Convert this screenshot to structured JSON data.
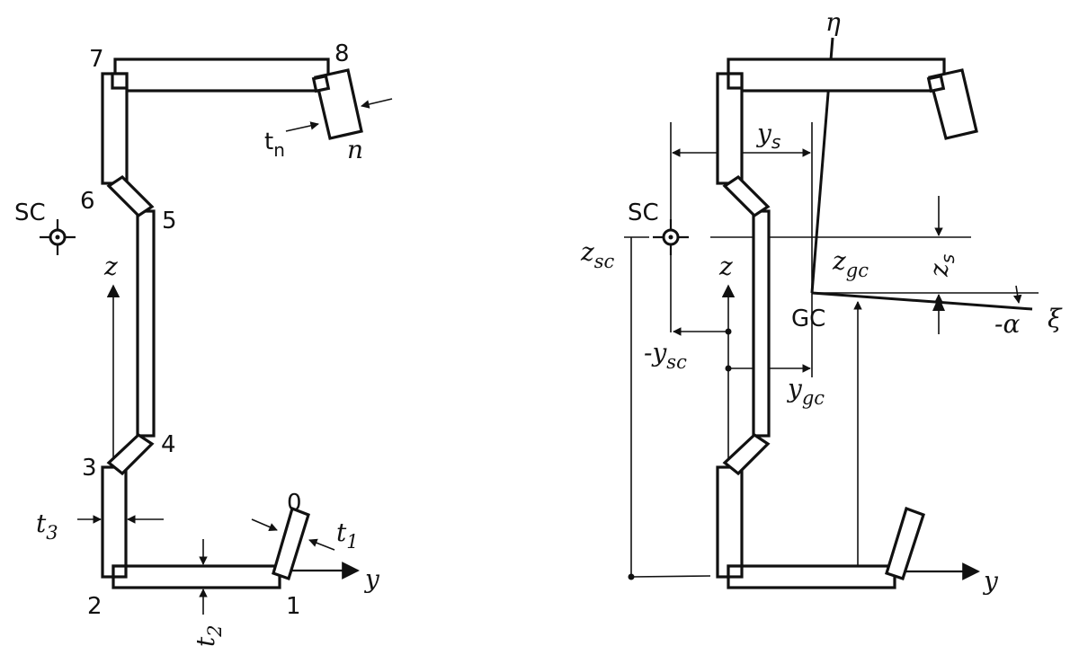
{
  "left_view": {
    "nodes": [
      "0",
      "1",
      "2",
      "3",
      "4",
      "5",
      "6",
      "7",
      "8"
    ],
    "shear_center": "SC",
    "axis_y": "y",
    "axis_z": "z",
    "thickness_n": {
      "base": "t",
      "sub": "n",
      "label": "n"
    },
    "thickness_1": {
      "base": "t",
      "sub": "1"
    },
    "thickness_2": {
      "base": "t",
      "sub": "2"
    },
    "thickness_3": {
      "base": "t",
      "sub": "3"
    }
  },
  "right_view": {
    "shear_center": "SC",
    "gravity_center": "GC",
    "axis_y": "y",
    "axis_z": "z",
    "axis_eta": "η",
    "axis_xi": "ξ",
    "angle": "-α",
    "y_s": {
      "base": "y",
      "sub": "s"
    },
    "z_s": {
      "base": "z",
      "sub": "s"
    },
    "z_sc": {
      "base": "z",
      "sub": "sc"
    },
    "y_sc": {
      "prefix": "-",
      "base": "y",
      "sub": "sc"
    },
    "z_gc": {
      "base": "z",
      "sub": "gc"
    },
    "y_gc": {
      "base": "y",
      "sub": "gc"
    }
  }
}
